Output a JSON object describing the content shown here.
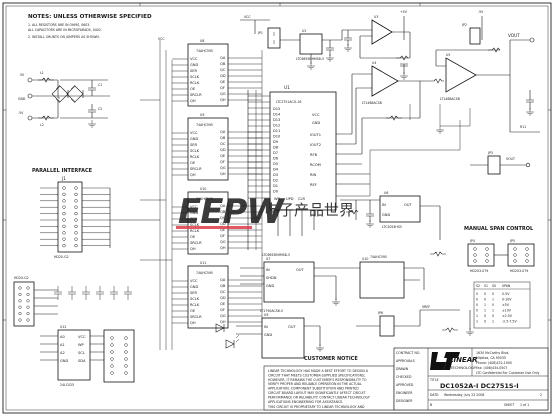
{
  "notes": {
    "title": "NOTES:  UNLESS OTHERWISE SPECIFIED",
    "lines": [
      "1.  ALL RESISTORS ARE IN OHMS, 0603.",
      "     ALL CAPACITORS ARE IN MICROFARADS, 0402.",
      "2.  INSTALL SHUNTS ON JUMPERS AS SHOWN."
    ]
  },
  "section_labels": {
    "parallel_interface": "PARALLEL INTERFACE",
    "manual_span_control": "MANUAL SPAN CONTROL"
  },
  "power": {
    "vcc": "VCC",
    "gnd": "GND",
    "v5": "+5V",
    "vneg": "-5V",
    "vout": "VOUT",
    "vref": "VREF",
    "v5_left": "5V",
    "vneg_left": "-5V"
  },
  "components": {
    "u1": "U1",
    "u1_part": "LTC2751ACG-16",
    "u2": "U2",
    "u3": "U3",
    "u4": "U4",
    "u5": "U5",
    "u6": "U6",
    "u7": "U7",
    "u8": "U8",
    "u9": "U9",
    "u10": "U10",
    "u11": "U11",
    "u12": "U12",
    "j1": "J1",
    "jp1": "JP1",
    "jp2": "JP2",
    "jp3": "JP3",
    "jp4": "JP4",
    "jp5": "JP5",
    "j1_part": "HD20-G2",
    "u8_part": "74AHC595",
    "u9_part": "74AHC595",
    "u10_part": "74AHC595",
    "u11_part": "74AHC595",
    "ltc6655": "LTC6655BHMS8-5",
    "lt1468": "LT1468ACS8",
    "u12_part": "24LC025",
    "eeprom_part": "24LC025",
    "reg_part": "LT1790ACS6-5",
    "ms": "MS",
    "ltc2054": "LTC2054HS5"
  },
  "pins": {
    "vcc": "VCC",
    "gnd": "GND",
    "ser": "SER",
    "sclk": "SCLK",
    "rclk": "RCLK",
    "oe": "OE",
    "srclr": "SRCLR",
    "qh": "QH",
    "ioutp": "IOUT1",
    "ioutn": "IOUT2",
    "rfb": "RFB",
    "rcom": "RCOM",
    "rin": "RIN",
    "ref": "REF",
    "wr": "WR",
    "upd": "UPD",
    "clr": "CLR",
    "ldac": "LDAC",
    "in": "IN",
    "out": "OUT",
    "shdn": "SHDN",
    "a0": "A0",
    "a1": "A1",
    "a2": "A2",
    "wp": "WP",
    "scl": "SCL",
    "sda": "SDA",
    "d0": "D0",
    "d15": "D15"
  },
  "span_table": {
    "headers": [
      "S2",
      "S1",
      "S0",
      "SPAN"
    ],
    "rows": [
      [
        "0",
        "0",
        "0",
        "0-5V"
      ],
      [
        "0",
        "0",
        "1",
        "0-10V"
      ],
      [
        "0",
        "1",
        "0",
        "±5V"
      ],
      [
        "0",
        "1",
        "1",
        "±10V"
      ],
      [
        "1",
        "0",
        "0",
        "±2.5V"
      ],
      [
        "1",
        "0",
        "1",
        "-2.5-7.5V"
      ]
    ]
  },
  "customer_notice": {
    "title": "CUSTOMER NOTICE",
    "lines": [
      "LINEAR TECHNOLOGY HAS MADE A BEST EFFORT TO DESIGN A",
      "CIRCUIT THAT MEETS CUSTOMER-SUPPLIED SPECIFICATIONS;",
      "HOWEVER, IT REMAINS THE CUSTOMER'S RESPONSIBILITY TO",
      "VERIFY PROPER AND RELIABLE OPERATION IN THE ACTUAL",
      "APPLICATION. COMPONENT SUBSTITUTION AND PRINTED",
      "CIRCUIT BOARD LAYOUT MAY SIGNIFICANTLY AFFECT CIRCUIT",
      "PERFORMANCE OR RELIABILITY. CONTACT LINEAR TECHNOLOGY",
      "APPLICATIONS ENGINEERING FOR ASSISTANCE."
    ],
    "footer": "THIS CIRCUIT IS PROPRIETARY TO LINEAR TECHNOLOGY AND"
  },
  "title_block": {
    "contract": "CONTRACT NO.",
    "approvals": "APPROVALS",
    "drawn": "DRAWN",
    "checked": "CHECKED",
    "approved": "APPROVED",
    "engineer": "ENGINEER",
    "designer": "DESIGNER",
    "company": "LINEAR",
    "company_sub": "TECHNOLOGY",
    "address1": "1630 McCarthy Blvd.",
    "address2": "Milpitas, CA 95035",
    "phone": "Phone: (408)432-1900",
    "fax": "Fax: (408)434-0507",
    "trademark": "LTC Confidential-For Customer Use Only",
    "title_label": "TITLE",
    "doc_no": "DC1052A-I  DC2751S-I",
    "date_label": "DATE:",
    "date": "Wednesday, July 23 2008",
    "sheet_label": "SHEET",
    "sheet": "1 of 1",
    "size": "B",
    "rev": "2"
  },
  "watermark": {
    "logo": "EEPW",
    "cn": "电子产品世界"
  }
}
